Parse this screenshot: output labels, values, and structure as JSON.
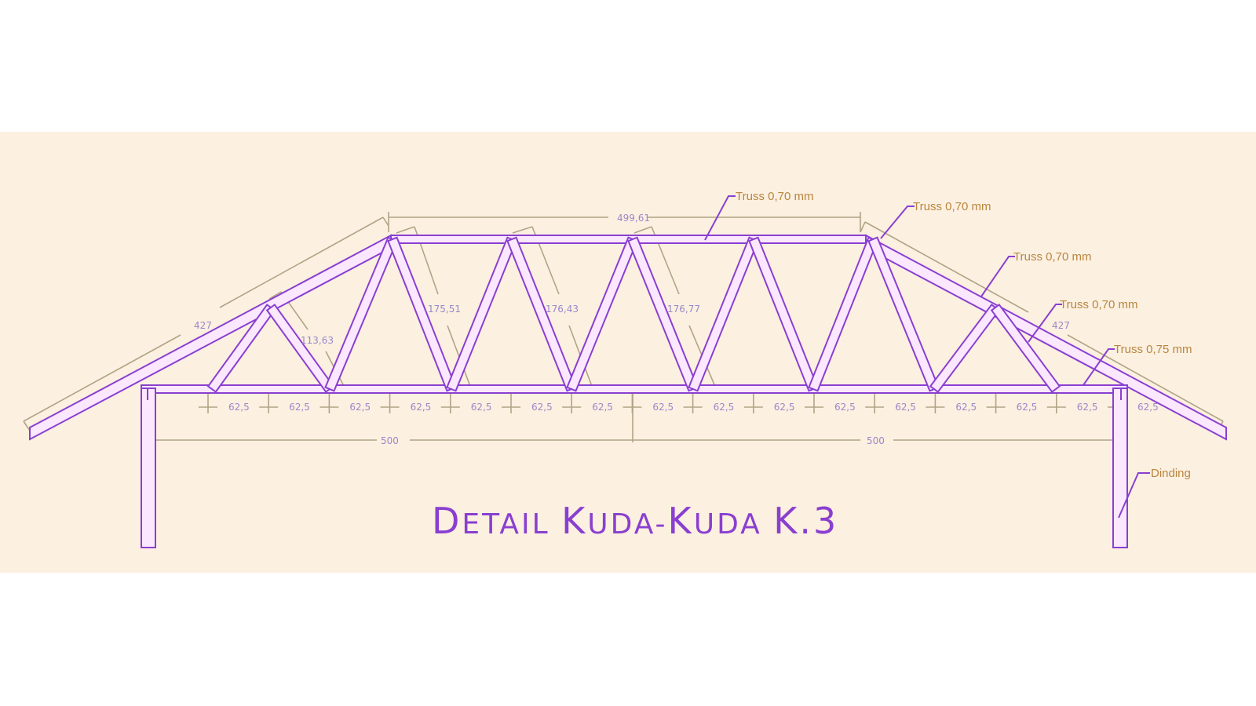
{
  "drawing": {
    "title_first": "D",
    "title_rest": "ETAIL ",
    "title_k": "K",
    "title_uda1": "UDA-",
    "title_k2": "K",
    "title_uda2": "UDA ",
    "title_k3": "K",
    "title_end": ".3",
    "colors": {
      "background": "#fcf0e1",
      "truss": "#8a3fd0",
      "dimension": "#b0a486",
      "label": "#b8863e",
      "dimension_text": "#9a88c8"
    }
  },
  "dimensions": {
    "top_chord": "499,61",
    "rafter_left": "427",
    "rafter_right": "427",
    "web_1": "113,63",
    "web_2": "175,51",
    "web_3": "176,43",
    "web_4": "176,77",
    "spans": [
      "62,5",
      "62,5",
      "62,5",
      "62,5",
      "62,5",
      "62,5",
      "62,5",
      "62,5",
      "62,5",
      "62,5",
      "62,5",
      "62,5",
      "62,5",
      "62,5",
      "62,5",
      "62,5"
    ],
    "half_span_left": "500",
    "half_span_right": "500"
  },
  "labels": {
    "truss_top": "Truss 0,70 mm",
    "truss_ridge_right": "Truss 0,70 mm",
    "truss_rafter_right": "Truss 0,70 mm",
    "truss_web_right": "Truss 0,70 mm",
    "truss_bottom_right": "Truss 0,75 mm",
    "wall": "Dinding"
  }
}
